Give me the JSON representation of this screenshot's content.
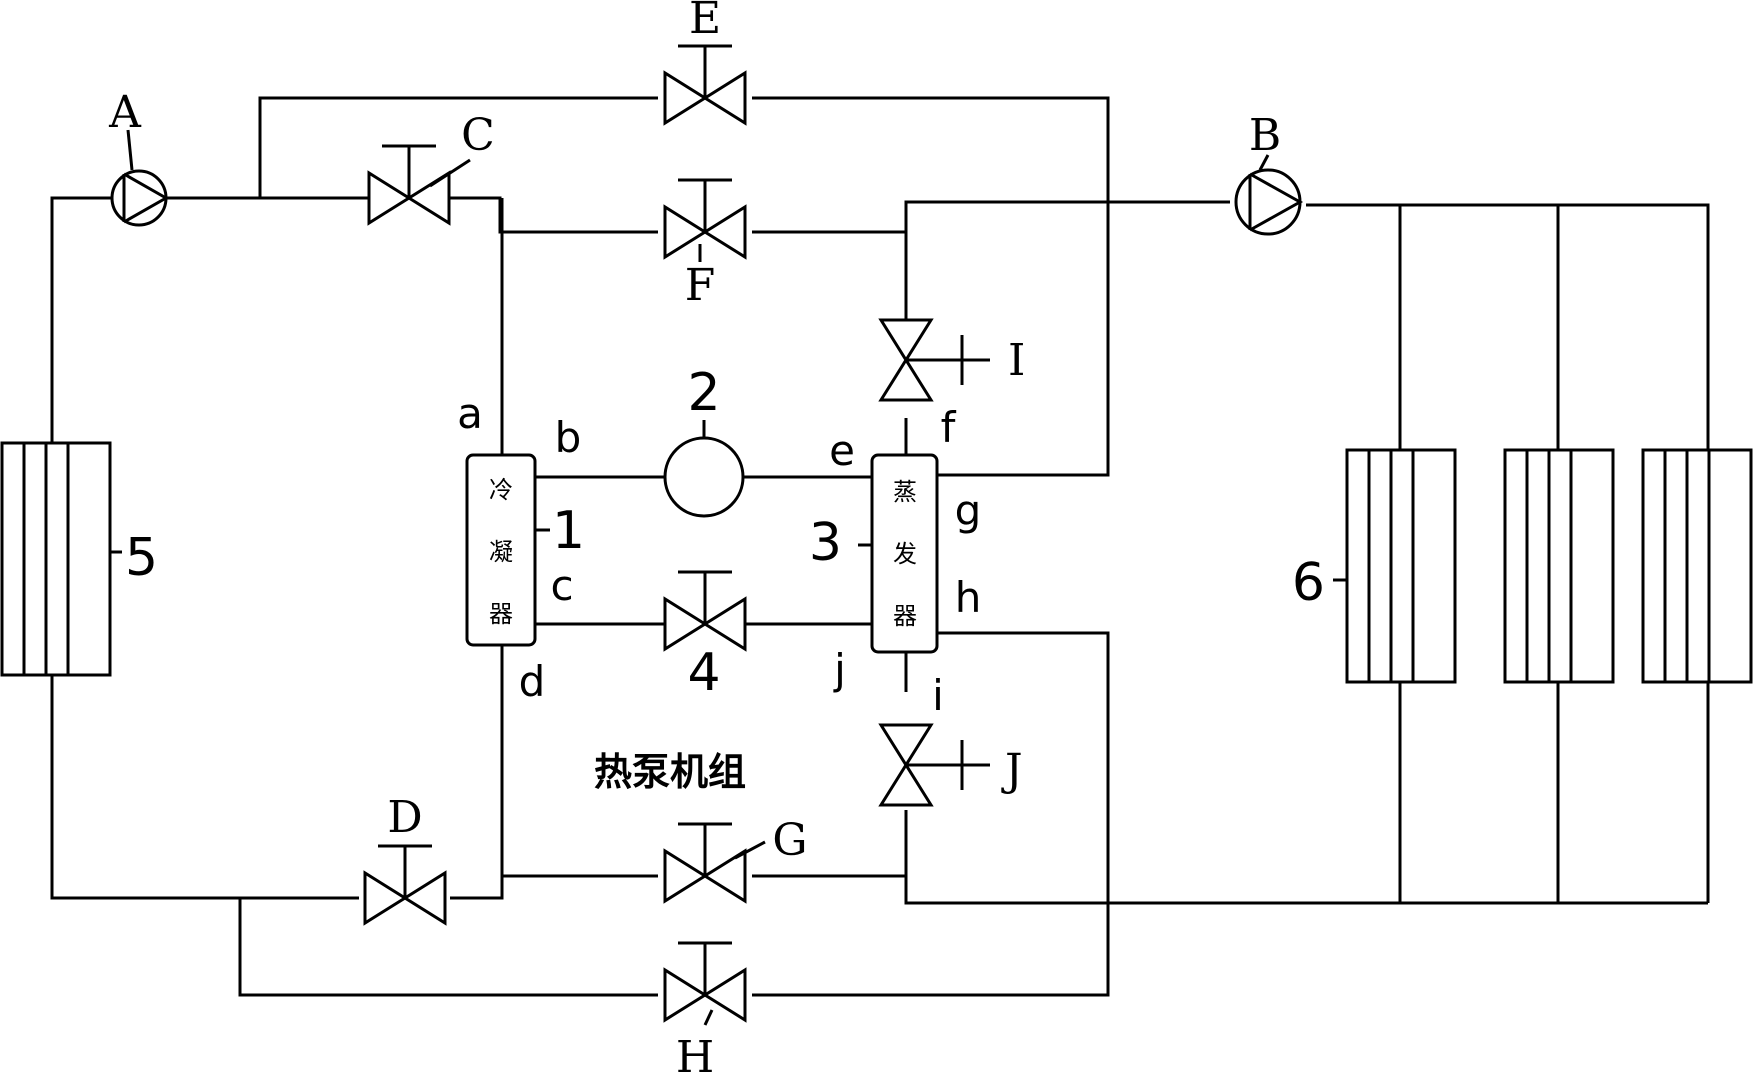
{
  "valves": {
    "E": "E",
    "C": "C",
    "F": "F",
    "I": "I",
    "D": "D",
    "G": "G",
    "H": "H",
    "J": "J",
    "expansion": "4"
  },
  "pumps": {
    "A": "A",
    "B": "B"
  },
  "components": {
    "condenser_number": "1",
    "condenser_text": [
      "冷",
      "凝",
      "器"
    ],
    "compressor_number": "2",
    "evaporator_number": "3",
    "evaporator_text": [
      "蒸",
      "发",
      "器"
    ],
    "left_coil_number": "5",
    "right_coil_number": "6"
  },
  "ports": {
    "a": "a",
    "b": "b",
    "c": "c",
    "d": "d",
    "e": "e",
    "f": "f",
    "g": "g",
    "h": "h",
    "i": "i",
    "j": "j"
  },
  "unit_label": "热泵机组"
}
